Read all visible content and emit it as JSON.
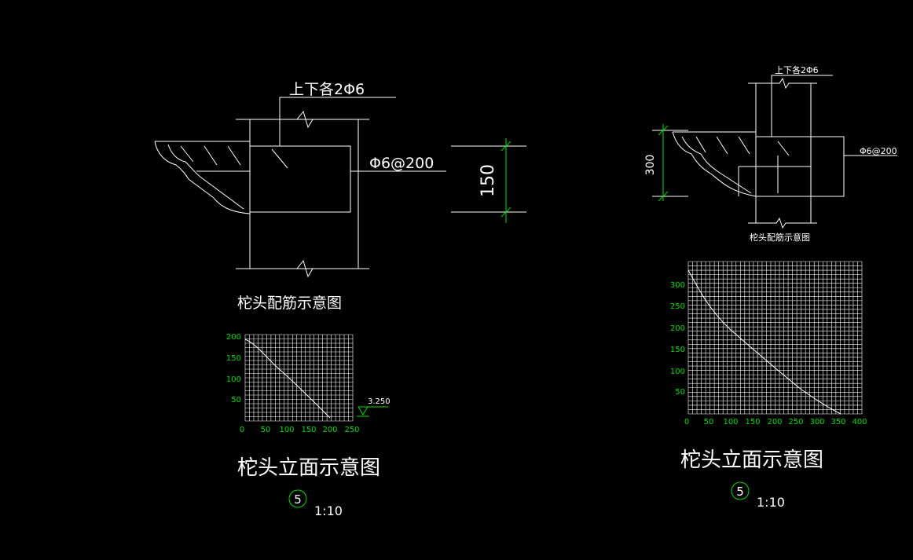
{
  "colors": {
    "background": "#000000",
    "line": "#ffffff",
    "accent": "#00e000"
  },
  "left": {
    "rebar_top_label": "上下各2Φ6",
    "stirrup_label": "Φ6@200",
    "dim_150": "150",
    "title_reinforcement": "柁头配筋示意图",
    "grid_y_ticks": [
      "200",
      "150",
      "100",
      "50"
    ],
    "grid_x_ticks": [
      "0",
      "50",
      "100",
      "150",
      "200",
      "250"
    ],
    "elev_mark": "3.250",
    "title_elevation": "柁头立面示意图",
    "detail_no": "5",
    "scale": "1:10"
  },
  "right": {
    "rebar_top_label": "上下各2Φ6",
    "stirrup_label": "Φ6@200",
    "dim_300": "300",
    "title_reinforcement": "柁头配筋示意图",
    "grid_y_ticks": [
      "300",
      "250",
      "200",
      "150",
      "100",
      "50"
    ],
    "grid_x_ticks": [
      "0",
      "50",
      "100",
      "150",
      "200",
      "250",
      "300",
      "350",
      "400"
    ],
    "title_elevation": "柁头立面示意图",
    "detail_no": "5",
    "scale": "1:10"
  }
}
